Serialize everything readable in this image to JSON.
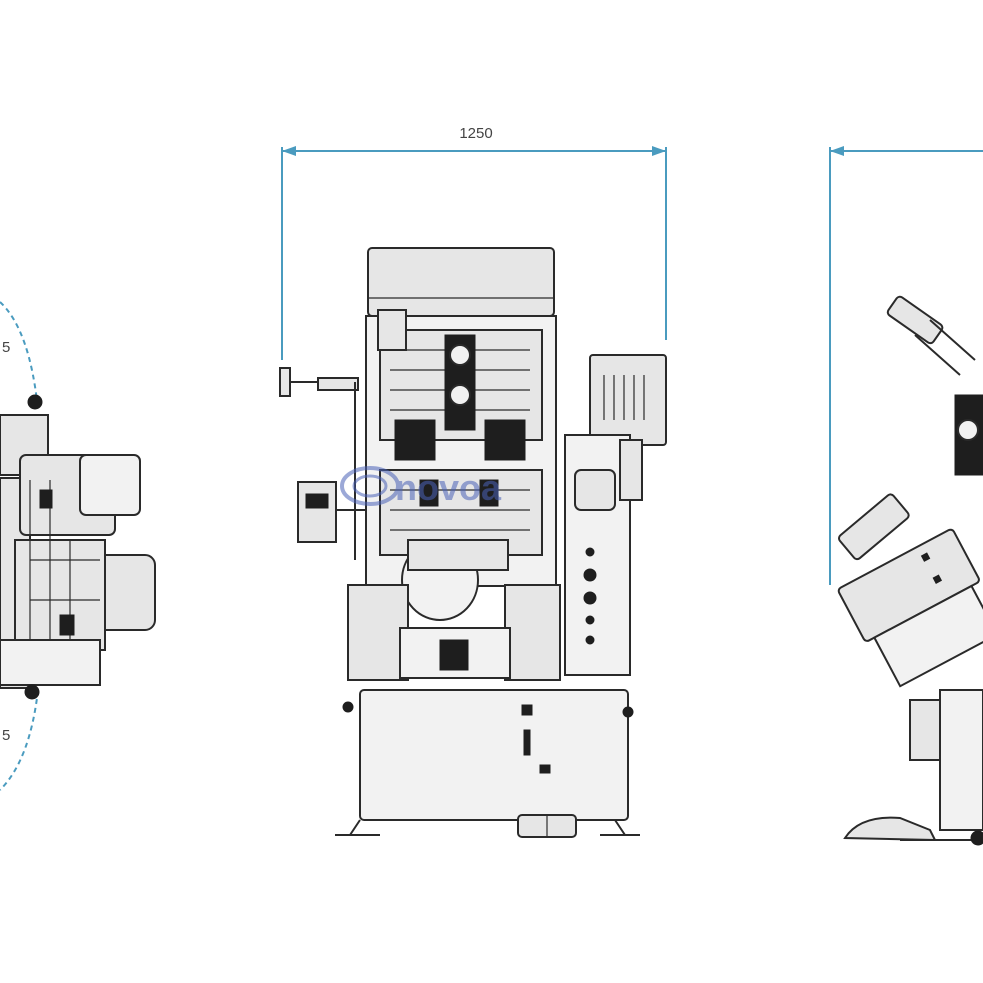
{
  "drawing": {
    "views": [
      {
        "name": "left-view",
        "dimension_text": "5"
      },
      {
        "name": "front-view",
        "dimension_text": "1250"
      },
      {
        "name": "right-view",
        "dimension_text": ""
      }
    ],
    "watermark": "novoa",
    "dimension_color": "#4a9bbf"
  }
}
